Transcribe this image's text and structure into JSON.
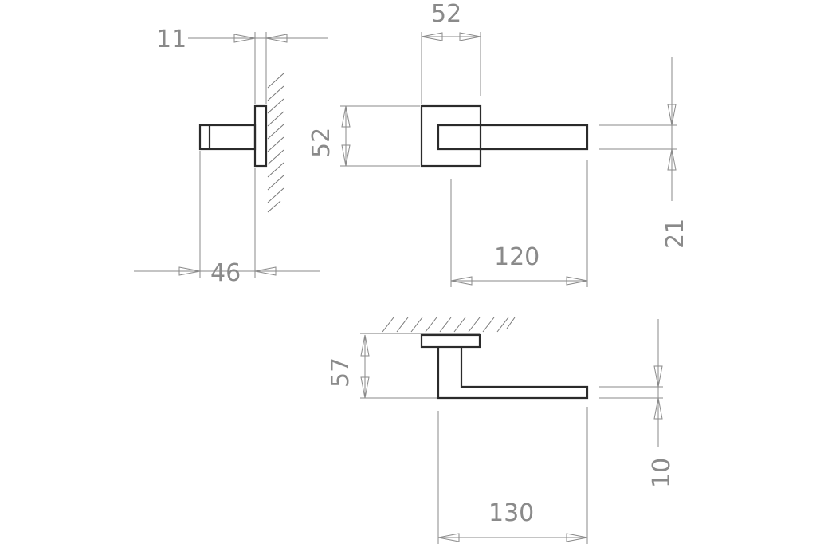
{
  "dimensions": {
    "side_rose_thickness": "11",
    "side_depth": "46",
    "front_rose_width": "52",
    "front_rose_height": "52",
    "front_lever_length": "120",
    "front_lever_height": "21",
    "top_projection": "57",
    "top_lever_length": "130",
    "top_lever_thickness": "10"
  }
}
